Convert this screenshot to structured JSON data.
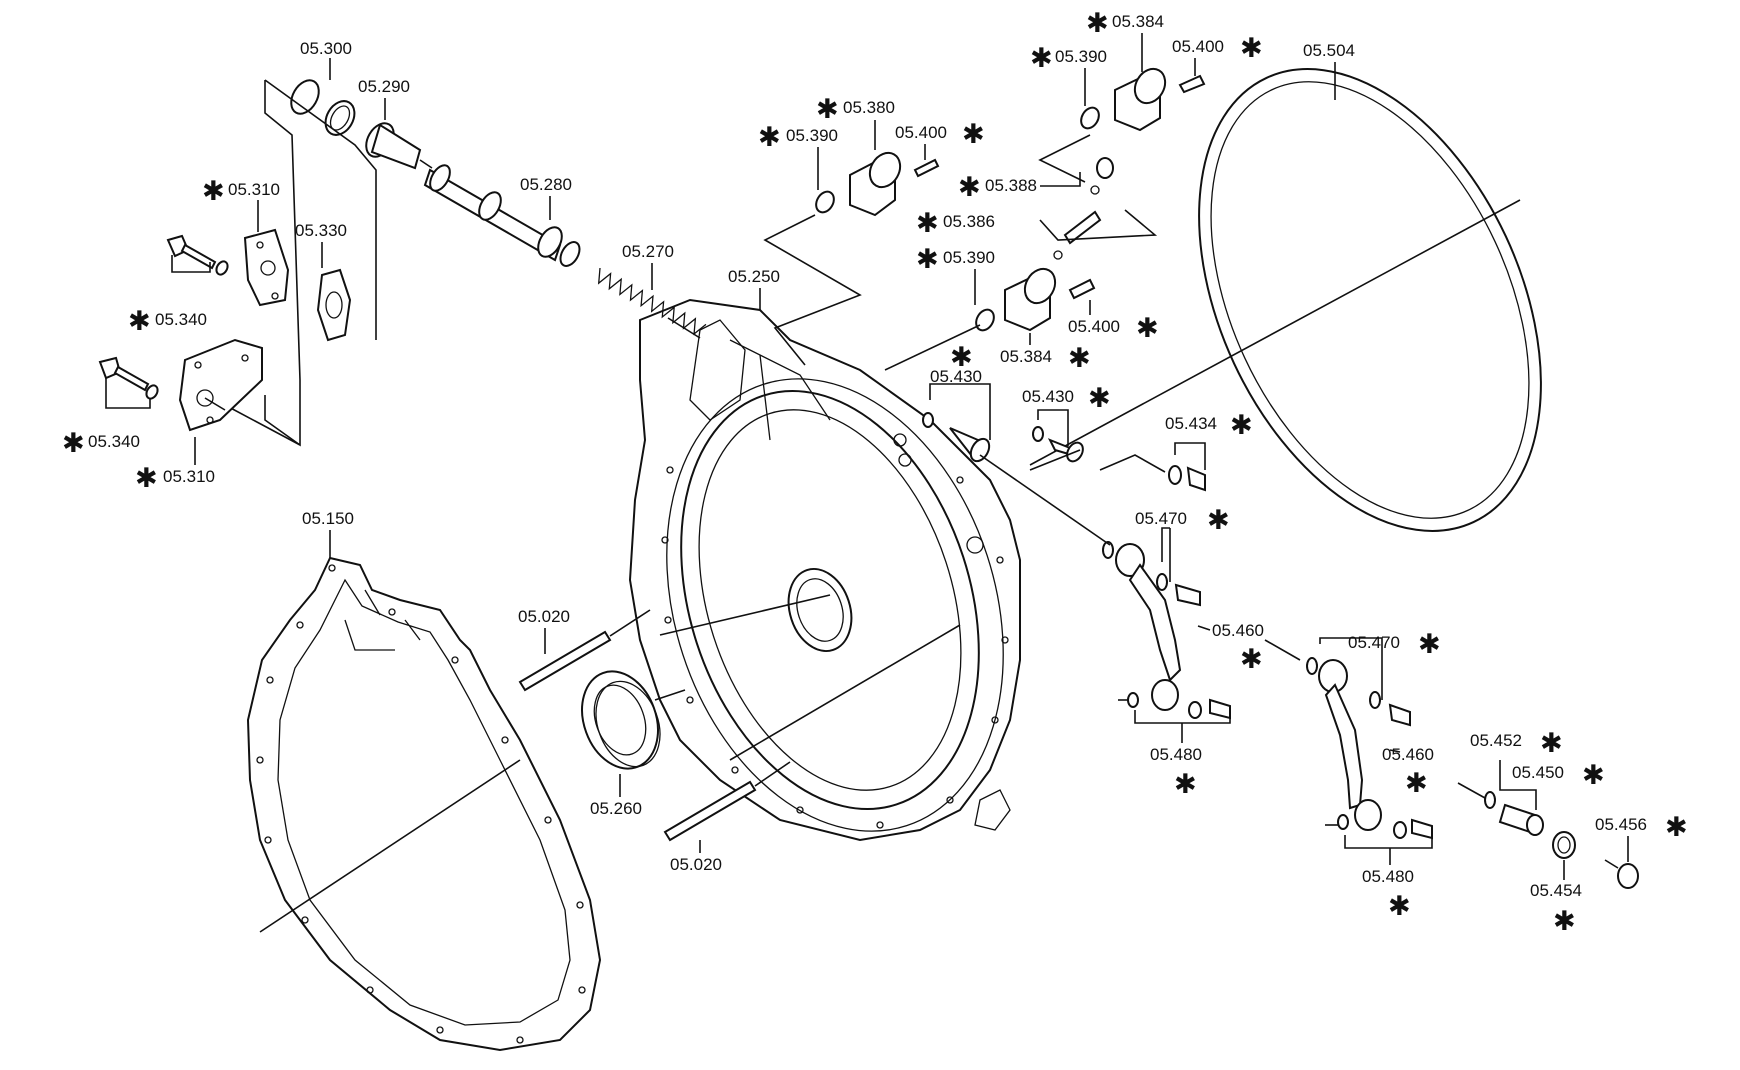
{
  "labels": {
    "l05_300": "05.300",
    "l05_290": "05.290",
    "l05_280": "05.280",
    "l05_270": "05.270",
    "l05_310a": "05.310",
    "l05_330": "05.330",
    "l05_340a": "05.340",
    "l05_340b": "05.340",
    "l05_310b": "05.310",
    "l05_150": "05.150",
    "l05_020a": "05.020",
    "l05_020b": "05.020",
    "l05_260": "05.260",
    "l05_250": "05.250",
    "l05_380": "05.380",
    "l05_390a": "05.390",
    "l05_400a": "05.400",
    "l05_384a": "05.384",
    "l05_390b": "05.390",
    "l05_400b": "05.400",
    "l05_388": "05.388",
    "l05_386": "05.386",
    "l05_390c": "05.390",
    "l05_400c": "05.400",
    "l05_384b": "05.384",
    "l05_504": "05.504",
    "l05_430a": "05.430",
    "l05_430b": "05.430",
    "l05_434": "05.434",
    "l05_470a": "05.470",
    "l05_460a": "05.460",
    "l05_480a": "05.480",
    "l05_470b": "05.470",
    "l05_460b": "05.460",
    "l05_480b": "05.480",
    "l05_452": "05.452",
    "l05_450": "05.450",
    "l05_456": "05.456",
    "l05_454": "05.454"
  },
  "marker": "✱"
}
